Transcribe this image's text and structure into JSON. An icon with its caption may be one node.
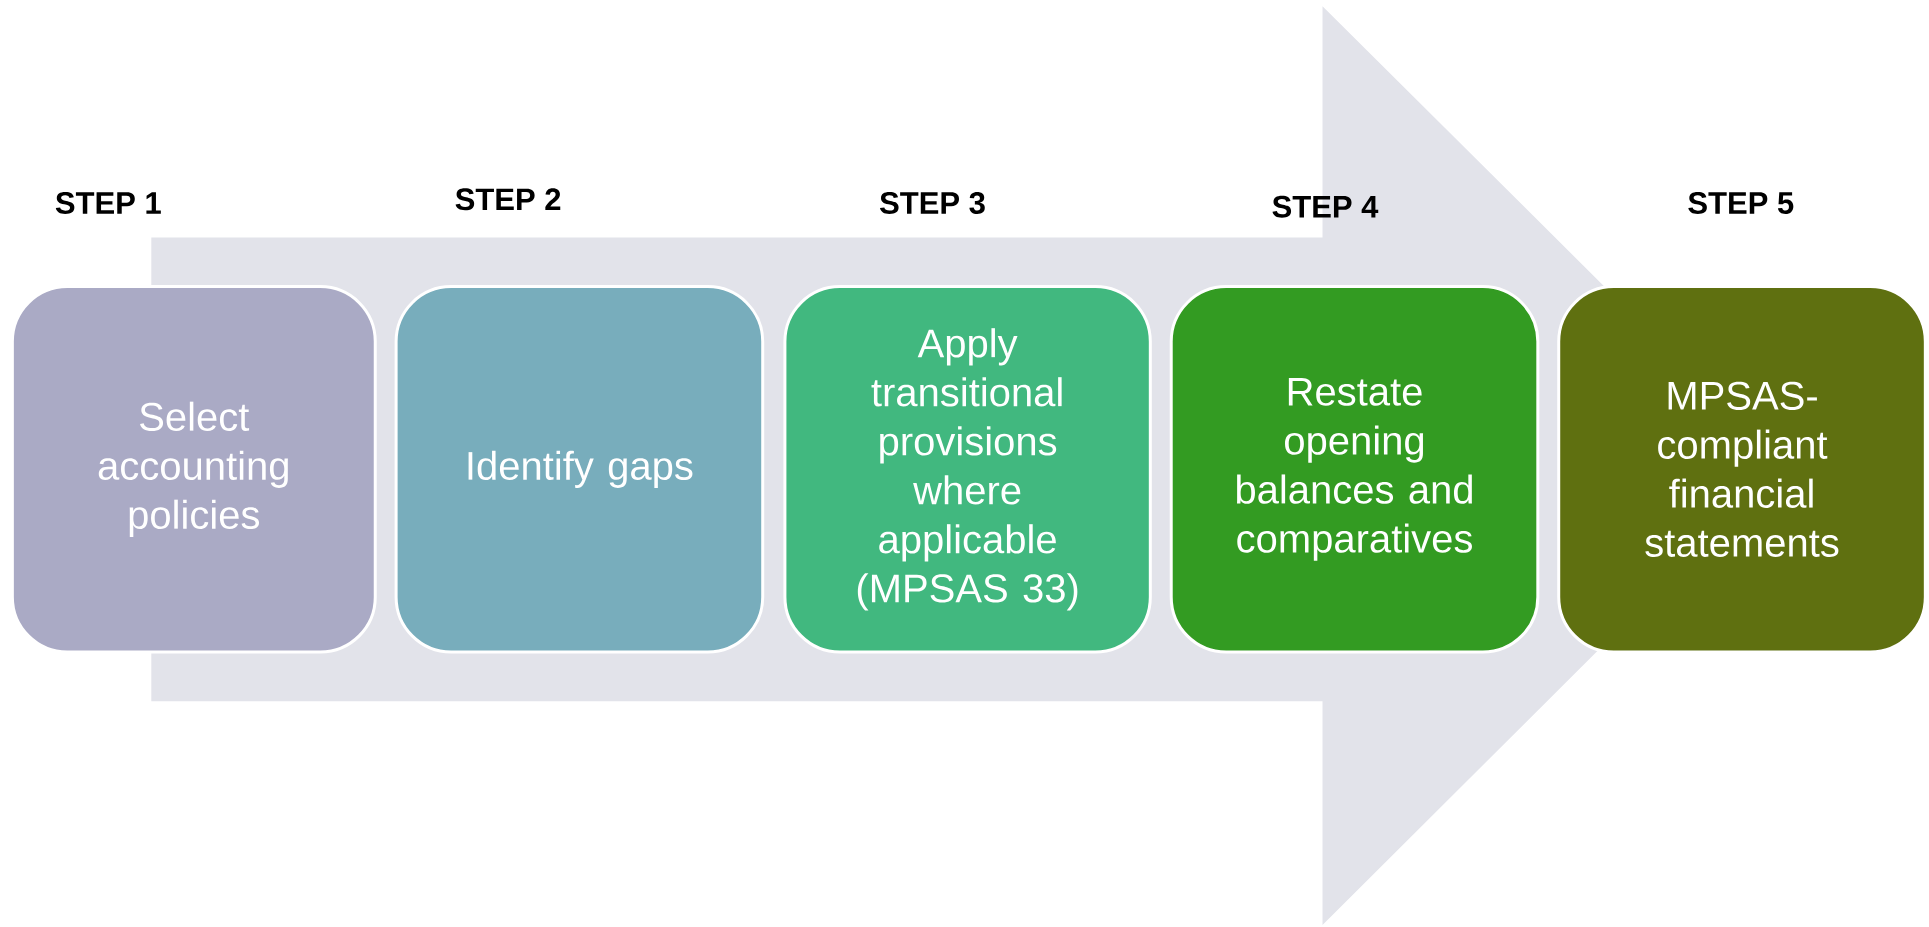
{
  "diagram": {
    "nodes": [
      {
        "text": [
          "STEP 1",
          "Select accounting policies"
        ]
      },
      {
        "text": [
          "STEP 2",
          "Identify gaps"
        ]
      },
      {
        "text": [
          "STEP 3",
          "Apply transitional provisions where applicable (MPSAS 33)"
        ]
      },
      {
        "text": [
          "STEP 4",
          "Restate opening balances and comparatives"
        ]
      },
      {
        "text": [
          "STEP 5",
          "MPSAS-compliant financial statements"
        ]
      }
    ],
    "edges": [
      {
        "from": 0,
        "to": 4,
        "arrow": "to"
      }
    ]
  }
}
